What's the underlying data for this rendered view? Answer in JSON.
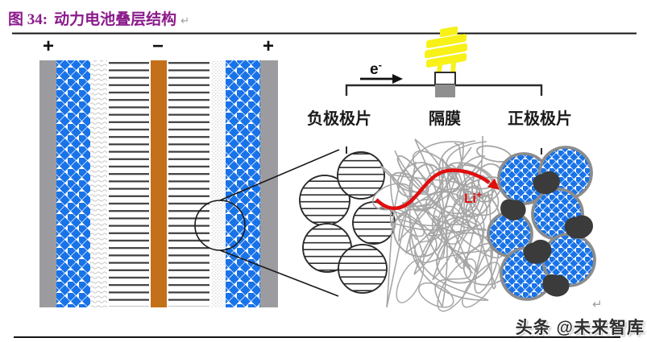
{
  "figure": {
    "label": "图 34:",
    "title": "动力电池叠层结构",
    "return_mark": "↵"
  },
  "stack": {
    "terminal_left": "+",
    "terminal_center": "−",
    "terminal_right": "+"
  },
  "circuit": {
    "electron_base": "e",
    "electron_sup": "-"
  },
  "electrodes": {
    "negative_label": "负极极片",
    "separator_label": "隔膜",
    "positive_label": "正极极片"
  },
  "lithium": {
    "base": "Li",
    "sup": "+"
  },
  "footer": {
    "return_mark": "↵",
    "watermark": "头条 @未来智库"
  },
  "colors": {
    "title_purple": "#8B1A8B",
    "diamond_blue": "#1973E8",
    "copper_orange": "#C4701A",
    "collector_gray": "#9C9CA0",
    "circle_stroke_gray": "#8C8C8C",
    "tangle_gray": "#A6A6A6",
    "carbon_black": "#3B3B3B",
    "lithium_red": "#E10E0E",
    "bulb_yellow": "#F7F117"
  }
}
